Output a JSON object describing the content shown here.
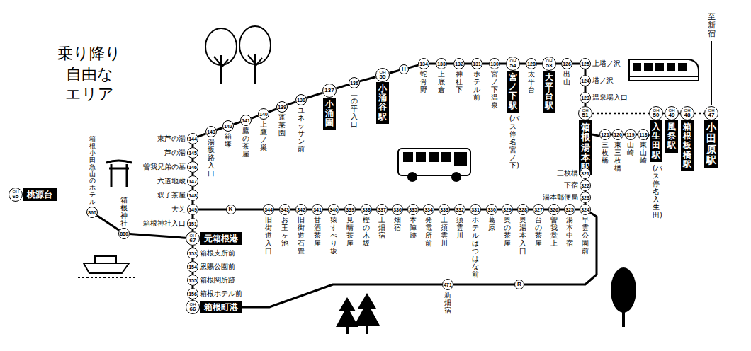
{
  "diagram": {
    "title": "乗り降り 自由な エリア",
    "nodes": [
      {
        "text": [
          "小田原駅"
        ]
      },
      {
        "text": [
          "OH",
          "47"
        ],
        "in": 0
      },
      {
        "text": [
          "箱根板橋駅"
        ]
      },
      {
        "text": [
          "OH",
          "48"
        ],
        "in": 2
      },
      {
        "text": [
          "風祭駅"
        ]
      },
      {
        "text": [
          "OH",
          "49"
        ],
        "in": 4
      },
      {
        "text": [
          "入生田駅",
          "(バス停名 入生田)"
        ]
      },
      {
        "text": [
          "OH",
          "50"
        ],
        "in": 6
      },
      {
        "text": [
          "箱根湯本駅"
        ]
      },
      {
        "text": [
          "OH",
          "51"
        ],
        "in": 8
      },
      {
        "text": [
          "123",
          "温泉場入口"
        ]
      },
      {
        "text": [
          "124",
          "塔ノ沢"
        ]
      },
      {
        "text": [
          "125",
          "上塔ノ沢"
        ]
      },
      {
        "text": [
          "126",
          "出山"
        ]
      },
      {
        "text": [
          "大平台駅"
        ]
      },
      {
        "text": [
          "OH",
          "53"
        ],
        "in": 14
      },
      {
        "text": [
          "128",
          "太平台"
        ]
      },
      {
        "text": [
          "宮ノ下駅",
          "(バス停名 宮ノ下)"
        ]
      },
      {
        "text": [
          "OH",
          "54"
        ],
        "in": 17
      },
      {
        "text": [
          "130",
          "宮ノ下温泉"
        ]
      },
      {
        "text": [
          "131",
          "ホテル前"
        ]
      },
      {
        "text": [
          "132",
          "神社下"
        ]
      },
      {
        "text": [
          "133",
          "上底倉"
        ]
      },
      {
        "text": [
          "134",
          "蛇骨野"
        ]
      },
      {
        "text": [
          "小涌谷駅"
        ]
      },
      {
        "text": [
          "OH",
          "55"
        ],
        "in": 24
      },
      {
        "text": [
          "136",
          "二の平入口"
        ]
      },
      {
        "text": [
          "小涌園"
        ]
      },
      {
        "text": [
          "137"
        ],
        "in": 27
      },
      {
        "text": [
          "138",
          "ユネッサン前"
        ]
      },
      {
        "text": [
          "139",
          "蓬莱園"
        ]
      },
      {
        "text": [
          "140",
          "上鷹ノ巣"
        ]
      },
      {
        "text": [
          "141",
          "鷹の茶屋"
        ]
      },
      {
        "text": [
          "142",
          "箱塚"
        ]
      },
      {
        "text": [
          "143",
          "湯坂路入口"
        ]
      },
      {
        "text": [
          "144",
          "東芦の湯"
        ]
      },
      {
        "text": [
          "145",
          "芦の湯"
        ]
      },
      {
        "text": [
          "146",
          "曽我兄弟の墓"
        ]
      },
      {
        "text": [
          "147",
          "六道地蔵"
        ]
      },
      {
        "text": [
          "148",
          "双子茶屋"
        ]
      },
      {
        "text": [
          "149",
          "大芝"
        ]
      },
      {
        "text": [
          "151",
          "箱根神社入口"
        ]
      },
      {
        "text": [
          "元箱根港"
        ]
      },
      {
        "text": [
          "OH",
          "67"
        ],
        "in": 42
      },
      {
        "text": [
          "153",
          "箱根支所前"
        ]
      },
      {
        "text": [
          "154",
          "恩賜公園前"
        ]
      },
      {
        "text": [
          "155",
          "箱根関所跡"
        ]
      },
      {
        "text": [
          "156",
          "箱根ホテル前"
        ]
      },
      {
        "text": [
          "箱根町港"
        ]
      },
      {
        "text": [
          "OH",
          "66"
        ],
        "in": 48
      },
      {
        "text": [
          "桃源台"
        ]
      },
      {
        "text": [
          "OH",
          "65"
        ],
        "in": 50
      },
      {
        "text": [
          "860",
          "箱根小田急山のホテル"
        ]
      },
      {
        "text": [
          "880",
          "箱根神社"
        ]
      },
      {
        "text": [
          "121",
          "三枚橋"
        ]
      },
      {
        "text": [
          "120",
          "東三枚橋"
        ]
      },
      {
        "text": [
          "119",
          "山崎"
        ]
      },
      {
        "text": [
          "118",
          "東山崎"
        ]
      },
      {
        "text": [
          "321",
          "三枚橋"
        ]
      },
      {
        "text": [
          "322",
          "下宿"
        ]
      },
      {
        "text": [
          "323",
          "湯本郵便局"
        ]
      },
      {
        "text": [
          "324",
          "早雲公園前"
        ]
      },
      {
        "text": [
          "325",
          "湯本中宿"
        ]
      },
      {
        "text": [
          "326",
          "曽我堂上"
        ]
      },
      {
        "text": [
          "327",
          "台の茶屋"
        ]
      },
      {
        "text": [
          "328",
          "奥湯本入口"
        ]
      },
      {
        "text": [
          "329",
          "奥の茶屋"
        ]
      },
      {
        "text": [
          "330",
          "葛原"
        ]
      },
      {
        "text": [
          "331",
          "ホテルはつはな前"
        ]
      },
      {
        "text": [
          "332",
          "須雲川"
        ]
      },
      {
        "text": [
          "333",
          "上須雲川"
        ]
      },
      {
        "text": [
          "334",
          "発電所前"
        ]
      },
      {
        "text": [
          "335",
          "本陣跡"
        ]
      },
      {
        "text": [
          "336",
          "畑宿"
        ]
      },
      {
        "text": [
          "337",
          "上畑宿"
        ]
      },
      {
        "text": [
          "338",
          "樫の木坂"
        ]
      },
      {
        "text": [
          "339",
          "見晴茶屋"
        ]
      },
      {
        "text": [
          "340",
          "猿すべり坂"
        ]
      },
      {
        "text": [
          "341",
          "甘酒茶屋"
        ]
      },
      {
        "text": [
          "342",
          "旧街道石畳"
        ]
      },
      {
        "text": [
          "343",
          "お玉ヶ池"
        ]
      },
      {
        "text": [
          "344",
          "旧街道入口"
        ]
      },
      {
        "text": [
          "471",
          "新畑宿"
        ]
      }
    ],
    "edges": [
      {
        "from": 8,
        "to": 6,
        "arrow": "none"
      },
      {
        "from": 6,
        "to": 4,
        "arrow": "none"
      },
      {
        "from": 4,
        "to": 2,
        "arrow": "none"
      },
      {
        "from": 2,
        "to": 0,
        "arrow": "none"
      },
      {
        "from": 8,
        "to": 54,
        "arrow": "none"
      },
      {
        "from": 54,
        "to": 55,
        "arrow": "none"
      },
      {
        "from": 55,
        "to": 56,
        "arrow": "none"
      },
      {
        "from": 56,
        "to": 57,
        "arrow": "none"
      },
      {
        "from": 57,
        "to": 6,
        "arrow": "none"
      },
      {
        "from": 8,
        "to": 10,
        "arrow": "none"
      },
      {
        "from": 10,
        "to": 11,
        "arrow": "none"
      },
      {
        "from": 11,
        "to": 12,
        "arrow": "none"
      },
      {
        "from": 12,
        "to": 13,
        "arrow": "none"
      },
      {
        "from": 13,
        "to": 14,
        "arrow": "none"
      },
      {
        "from": 14,
        "to": 16,
        "arrow": "none"
      },
      {
        "from": 16,
        "to": 17,
        "arrow": "none"
      },
      {
        "from": 17,
        "to": 19,
        "arrow": "none"
      },
      {
        "from": 19,
        "to": 20,
        "arrow": "none"
      },
      {
        "from": 20,
        "to": 21,
        "arrow": "none"
      },
      {
        "from": 21,
        "to": 22,
        "arrow": "none"
      },
      {
        "from": 22,
        "to": 23,
        "arrow": "none"
      },
      {
        "from": 23,
        "to": 24,
        "label": "H",
        "arrow": "none"
      },
      {
        "from": 24,
        "to": 26,
        "arrow": "none"
      },
      {
        "from": 26,
        "to": 27,
        "arrow": "none"
      },
      {
        "from": 27,
        "to": 29,
        "arrow": "none"
      },
      {
        "from": 29,
        "to": 30,
        "arrow": "none"
      },
      {
        "from": 30,
        "to": 31,
        "arrow": "none"
      },
      {
        "from": 31,
        "to": 32,
        "arrow": "none"
      },
      {
        "from": 32,
        "to": 33,
        "arrow": "none"
      },
      {
        "from": 33,
        "to": 34,
        "arrow": "none"
      },
      {
        "from": 34,
        "to": 35,
        "arrow": "none"
      },
      {
        "from": 35,
        "to": 36,
        "arrow": "none"
      },
      {
        "from": 36,
        "to": 37,
        "arrow": "none"
      },
      {
        "from": 37,
        "to": 38,
        "arrow": "none"
      },
      {
        "from": 38,
        "to": 39,
        "arrow": "none"
      },
      {
        "from": 39,
        "to": 40,
        "arrow": "none"
      },
      {
        "from": 40,
        "to": 41,
        "arrow": "none"
      },
      {
        "from": 41,
        "to": 42,
        "arrow": "none"
      },
      {
        "from": 42,
        "to": 44,
        "arrow": "none"
      },
      {
        "from": 44,
        "to": 45,
        "arrow": "none"
      },
      {
        "from": 45,
        "to": 46,
        "arrow": "none"
      },
      {
        "from": 46,
        "to": 47,
        "arrow": "none"
      },
      {
        "from": 47,
        "to": 48,
        "arrow": "none"
      },
      {
        "from": 8,
        "to": 58,
        "arrow": "none"
      },
      {
        "from": 58,
        "to": 59,
        "arrow": "none"
      },
      {
        "from": 59,
        "to": 60,
        "arrow": "none"
      },
      {
        "from": 60,
        "to": 61,
        "arrow": "none"
      },
      {
        "from": 61,
        "to": 62,
        "arrow": "none"
      },
      {
        "from": 62,
        "to": 63,
        "arrow": "none"
      },
      {
        "from": 63,
        "to": 64,
        "arrow": "none"
      },
      {
        "from": 64,
        "to": 65,
        "arrow": "none"
      },
      {
        "from": 65,
        "to": 66,
        "arrow": "none"
      },
      {
        "from": 66,
        "to": 67,
        "arrow": "none"
      },
      {
        "from": 67,
        "to": 68,
        "arrow": "none"
      },
      {
        "from": 68,
        "to": 69,
        "arrow": "none"
      },
      {
        "from": 69,
        "to": 70,
        "arrow": "none"
      },
      {
        "from": 70,
        "to": 71,
        "arrow": "none"
      },
      {
        "from": 71,
        "to": 72,
        "arrow": "none"
      },
      {
        "from": 72,
        "to": 73,
        "arrow": "none"
      },
      {
        "from": 73,
        "to": 74,
        "arrow": "none"
      },
      {
        "from": 74,
        "to": 75,
        "arrow": "none"
      },
      {
        "from": 75,
        "to": 76,
        "arrow": "none"
      },
      {
        "from": 76,
        "to": 77,
        "arrow": "none"
      },
      {
        "from": 77,
        "to": 78,
        "arrow": "none"
      },
      {
        "from": 78,
        "to": 79,
        "arrow": "none"
      },
      {
        "from": 79,
        "to": 80,
        "arrow": "none"
      },
      {
        "from": 80,
        "to": 81,
        "arrow": "none"
      },
      {
        "from": 81,
        "to": 40,
        "label": "K",
        "arrow": "none"
      },
      {
        "from": 61,
        "to": 82,
        "label": "R",
        "arrow": "none"
      },
      {
        "from": 82,
        "to": 48,
        "arrow": "none"
      },
      {
        "from": 52,
        "to": 53,
        "arrow": "none"
      },
      {
        "from": 53,
        "to": 42,
        "arrow": "none"
      }
    ],
    "labels": [
      "至新宿"
    ]
  }
}
